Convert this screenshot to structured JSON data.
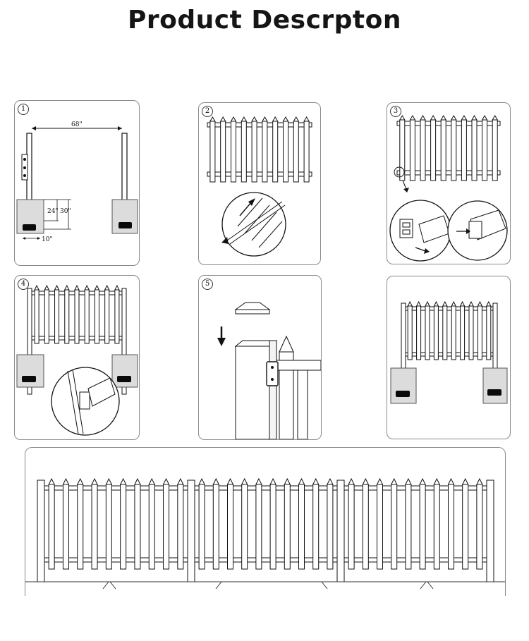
{
  "page": {
    "title": "Product Descrpton"
  },
  "steps": [
    {
      "number": "1",
      "dim_span": "68\"",
      "dim_depth_a": "24\"",
      "dim_depth_b": "30\"",
      "dim_width": "10\""
    },
    {
      "number": "2"
    },
    {
      "number": "3"
    },
    {
      "number": "4"
    },
    {
      "number": "5"
    },
    {
      "number": ""
    }
  ],
  "colors": {
    "line": "#111111",
    "border": "#8a8a8a",
    "ground": "#dcdcdc",
    "footing": "#0a0a0a"
  }
}
